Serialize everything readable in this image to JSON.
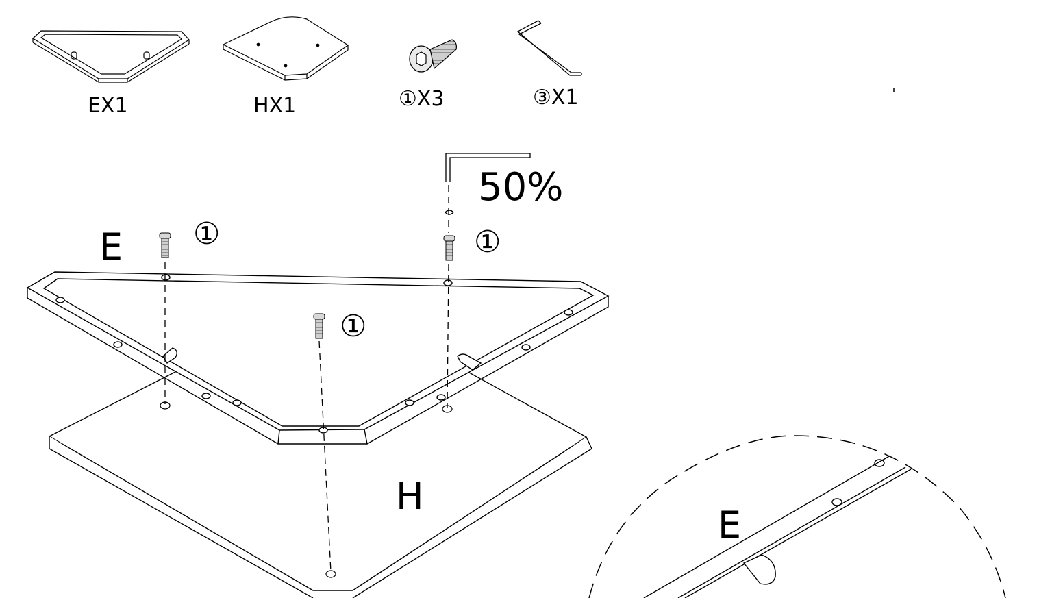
{
  "parts": {
    "frame_qty": "EX1",
    "panel_qty": "HX1",
    "bolt_qty": "①X3",
    "key_qty": "③X1"
  },
  "main": {
    "frame_label": "E",
    "panel_label": "H",
    "torque_label": "50%",
    "bolt_ref_1": "①",
    "bolt_ref_2": "①",
    "bolt_ref_3": "①"
  },
  "detail": {
    "frame_label": "E"
  },
  "colors": {
    "line": "#000000",
    "background": "#ffffff",
    "bolt_gray": "#9a9a9a"
  }
}
